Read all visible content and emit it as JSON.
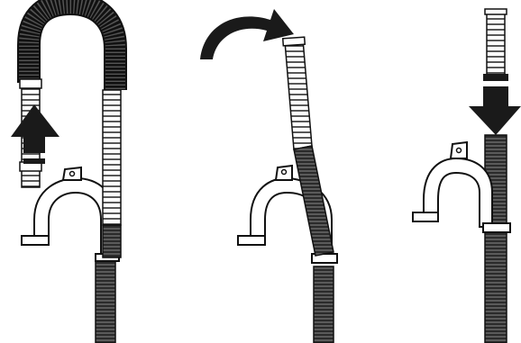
{
  "figure": {
    "steps": [
      {
        "action": "pull-hose-up",
        "icon": "arrow-up-icon"
      },
      {
        "action": "bend-hose-over",
        "icon": "curved-arrow-icon"
      },
      {
        "action": "push-hose-down-into-holder",
        "icon": "arrow-down-icon"
      }
    ],
    "colors": {
      "line": "#111111",
      "fill": "#ffffff",
      "dark": "#1a1a1a",
      "corrugation": "#555555"
    }
  }
}
